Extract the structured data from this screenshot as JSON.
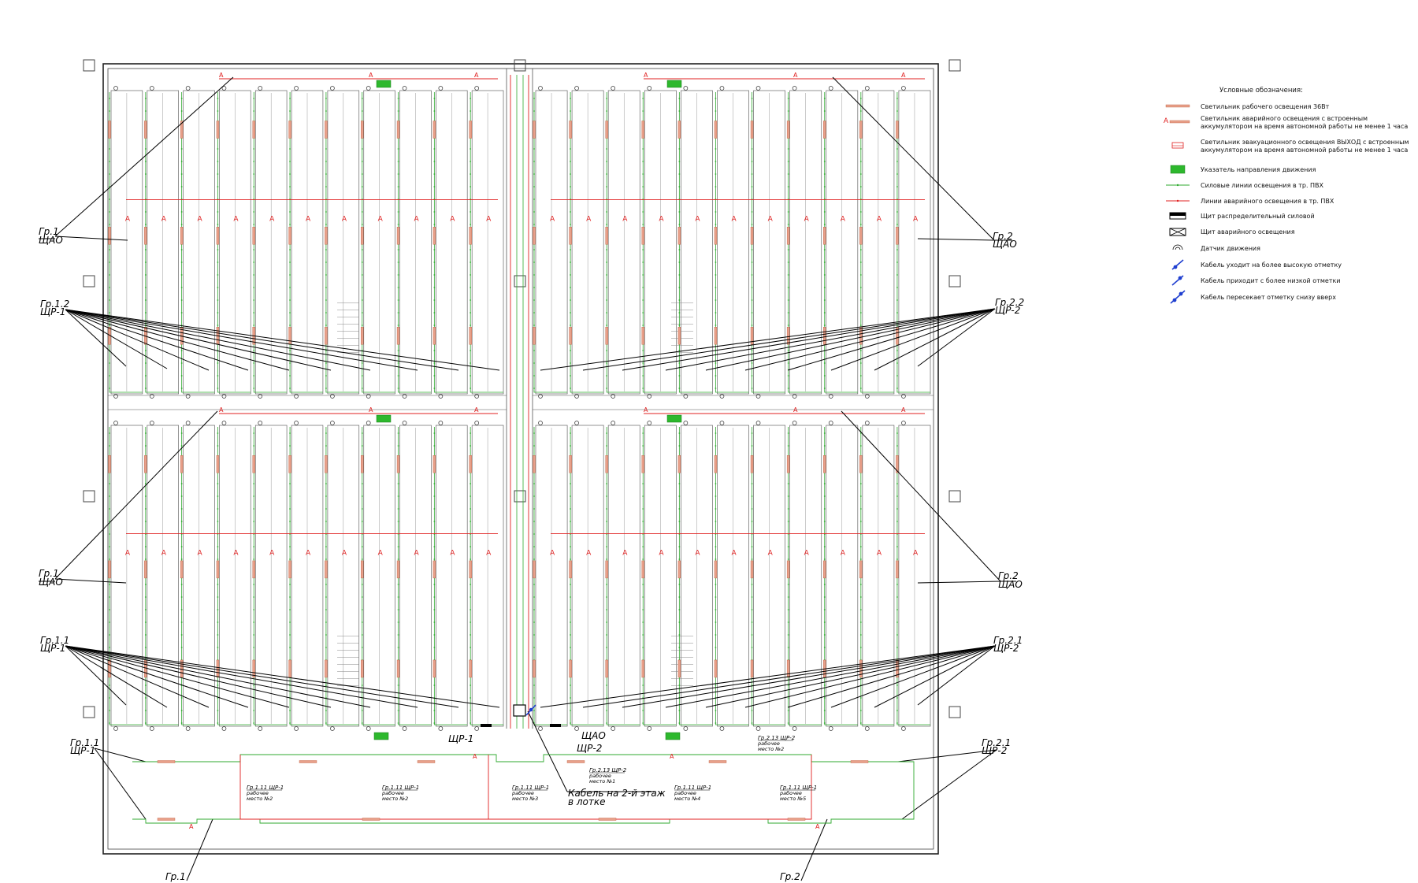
{
  "colors": {
    "wall": "#333333",
    "fixture": "#e8a08a",
    "fixture_stroke": "#c06040",
    "power_line": "#2faa2f",
    "emergency_line": "#e02020",
    "leader": "#000000",
    "exit_sign": "#2db82d",
    "cable": "#1f3fd0"
  },
  "legend": {
    "title": "Условные обозначения:",
    "items": [
      {
        "icon": "work-light-symbol",
        "text": "Светильник рабочего освещения 36Вт"
      },
      {
        "icon": "emergency-light-symbol",
        "text": "Светильник аварийного освещения с встроенным",
        "text2": "аккумулятором на время автономной работы не менее 1 часа"
      },
      {
        "icon": "evacuation-light-symbol",
        "text": "Светильник эвакуационного освещения ВЫХОД с встроенным",
        "text2": "аккумулятором на время автономной работы не менее 1 часа"
      },
      {
        "icon": "direction-sign-symbol",
        "text": "Указатель направления движения"
      },
      {
        "icon": "power-line-symbol",
        "text": "Силовые линии освещения в тр. ПВХ"
      },
      {
        "icon": "emergency-line-symbol",
        "text": "Линии аварийного освещения  в тр. ПВХ"
      },
      {
        "icon": "power-panel-symbol",
        "text": "Щит распределительный силовой"
      },
      {
        "icon": "emergency-panel-symbol",
        "text": "Щит аварийного освещения"
      },
      {
        "icon": "motion-sensor-symbol",
        "text": "Датчик движения"
      },
      {
        "icon": "cable-up-symbol",
        "text": "Кабель уходит на более высокую отметку"
      },
      {
        "icon": "cable-from-below-symbol",
        "text": "Кабель приходит с более низкой отметки"
      },
      {
        "icon": "cable-through-symbol",
        "text": "Кабель пересекает отметку снизу вверх"
      }
    ]
  },
  "labels": {
    "gr1_shao": {
      "top": "Гр.1",
      "bottom": "ЩАО"
    },
    "gr2_shao": {
      "top": "Гр.2",
      "bottom": "ЩАО"
    },
    "gr12_shr1": {
      "top": "Гр.1.2",
      "bottom": "ЩР-1"
    },
    "gr22_shr2": {
      "top": "Гр.2.2",
      "bottom": "ЩР-2"
    },
    "gr11_shr1": {
      "top": "Гр.1.1",
      "bottom": "ЩР-1"
    },
    "gr21_shr2": {
      "top": "Гр.2.1",
      "bottom": "ЩР-2"
    },
    "gr1_bottom": "Гр.1",
    "gr2_bottom": "Гр.2",
    "shr1": "ЩР-1",
    "shr2": "ЩР-2",
    "shao": "ЩАО",
    "cable_note_line1": "Кабель на 2-й этаж",
    "cable_note_line2": "в лотке",
    "emergency_mark": "А"
  },
  "workplaces": [
    {
      "group": "Гр.1.11 ЩР-1",
      "text1": "рабочее",
      "text2": "место №2"
    },
    {
      "group": "Гр.1.11 ЩР-1",
      "text1": "рабочее",
      "text2": "место №2"
    },
    {
      "group": "Гр.1.11 ЩР-1",
      "text1": "рабочее",
      "text2": "место №3"
    },
    {
      "group": "Гр.1.11 ЩР-1",
      "text1": "рабочее",
      "text2": "место №4"
    },
    {
      "group": "Гр.1.11 ЩР-1",
      "text1": "рабочее",
      "text2": "место №5"
    },
    {
      "group": "Гр.2.13 ЩР-2",
      "text1": "рабочее",
      "text2": "место №1"
    },
    {
      "group": "Гр.2.13 ЩР-2",
      "text1": "рабочее",
      "text2": "место №2"
    }
  ]
}
